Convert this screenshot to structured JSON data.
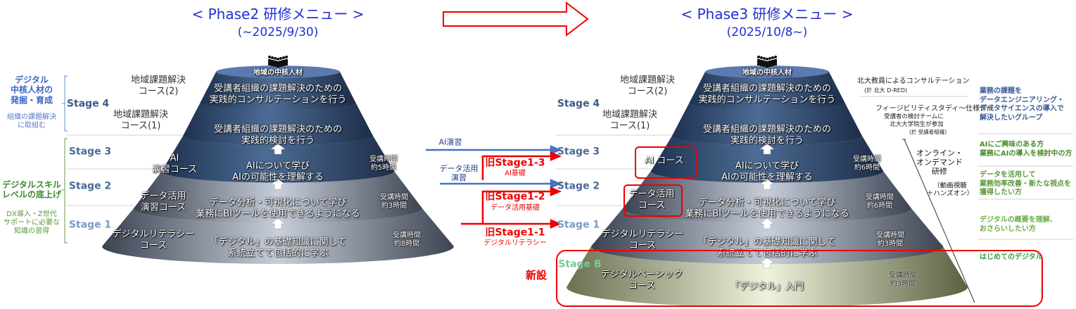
{
  "left": {
    "title": "< Phase2 研修メニュー >",
    "period": "(~2025/9/30)",
    "top_label": "地域の中核人材",
    "side": {
      "g1_title": "デジタル\n中核人材の\n発掘・育成",
      "g1_sub": "組織の課題解決\nに取組む",
      "g2_title": "デジタルスキル\nレベルの底上げ",
      "g2_sub": "DX導入・Z世代\nサポートに必要な\n知識の習得"
    },
    "stages": [
      "Stage 4",
      "Stage 3",
      "Stage 2",
      "Stage 1"
    ],
    "courses": {
      "c42": "地域課題解決\nコース(2)",
      "c41": "地域課題解決\nコース(1)",
      "c3": "AI\n演習コース",
      "c2": "データ活用\n演習コース",
      "c1": "デジタルリテラシー\nコース"
    },
    "desc": {
      "d42": "受講者組織の課題解決のための\n実践的コンサルテーションを行う",
      "d41": "受講者組織の課題解決のための\n実践的検討を行う",
      "d3": "AIについて学び\nAIの可能性を理解する",
      "d2": "データ分析・可視化について学び\n業務にBIツールを使用できるようになる",
      "d1": "「デジタル」の基礎知識に関して\n系統立てて包括的に学ぶ"
    },
    "hours": {
      "h3": "受講時間\n約5時間",
      "h2": "受講時間\n約3時間",
      "h1": "受講時間\n約8時間"
    }
  },
  "middle": {
    "ai_label": "AI演習",
    "data_label": "データ活用\n演習",
    "old13": "旧Stage1-3",
    "old13_sub": "AI基礎",
    "old12": "旧Stage1-2",
    "old12_sub": "データ活用基礎",
    "old11": "旧Stage1-1",
    "old11_sub": "デジタルリテラシー",
    "new_label": "新設"
  },
  "right": {
    "title": "< Phase3 研修メニュー >",
    "period": "(2025/10/8~)",
    "top_label": "地域の中核人材",
    "stages": [
      "Stage 4",
      "Stage 3",
      "Stage 2",
      "Stage 1",
      "Stage B"
    ],
    "courses": {
      "c42": "地域課題解決\nコース(2)",
      "c41": "地域課題解決\nコース(1)",
      "c3": "AI コース",
      "c2": "データ活用\nコース",
      "c1": "デジタルリテラシー\nコース",
      "cb": "デジタルベーシック\nコース"
    },
    "desc": {
      "d42": "受講者組織の課題解決のための\n実践的コンサルテーションを行う",
      "d41": "受講者組織の課題解決のための\n実践的検討を行う",
      "d3": "AIについて学び\nAIの可能性を理解する",
      "d2": "データ分析・可視化について学び\n業務にBIツールを使用できるようになる",
      "d1": "「デジタル」の基礎知識に関して\n系統立てて包括的に学ぶ",
      "db": "「デジタル」入門"
    },
    "hours": {
      "h3": "受講時間\n約6時間",
      "h2": "受講時間\n約6時間",
      "h1": "受講時間\n約3時間",
      "hb": "受講時間\n約3時間"
    },
    "notes": {
      "n4": "北大教員によるコンサルテーション",
      "n4_sub": "(於 北大 D-RED)",
      "n41": "フィージビリティスタディ～仕様作成",
      "n41_sub1": "受講者の検討チームに\n北大大学院生が参加",
      "n41_sub2": "(於 受講者組織)",
      "online": "オンライン・\nオンデマンド\n研修",
      "online_sub": "（動画視聴\n＋ハンズオン）"
    },
    "targets": {
      "t4": "業務の課題を\nデータエンジニアリング・\nデータサイエンスの導入で\n解決したいグループ",
      "t3": "AIにご興味のある方\n業務にAIの導入を検討中の方",
      "t2": "データを活用して\n業務効率改善・新たな視点を\n獲得したい方",
      "t1": "デジタルの概要を理解、\nおさらいしたい方",
      "tb": "はじめてのデジタル"
    }
  },
  "colors": {
    "blue": "#1f2fd6",
    "red": "#ee0000",
    "green": "#5a9a3a",
    "stage": "#4a6a9a"
  }
}
